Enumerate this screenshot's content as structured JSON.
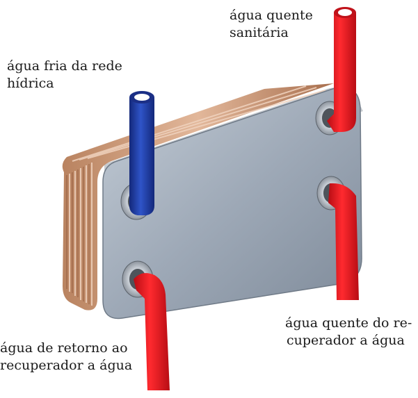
{
  "labels": {
    "cold_inlet": [
      "água fria da rede",
      "hídrica"
    ],
    "hot_outlet": [
      "água quente",
      "sanitária"
    ],
    "return_to_recuperator": [
      "água de retorno ao",
      "recuperador a água"
    ],
    "hot_from_recuperator": [
      "água quente do re-",
      "cuperador a água"
    ]
  },
  "colors": {
    "cold_pipe": "#1f3fa8",
    "hot_pipe": "#e0141c",
    "plate_face": "#9aa6b4",
    "plate_edge": "#c98f6a"
  }
}
